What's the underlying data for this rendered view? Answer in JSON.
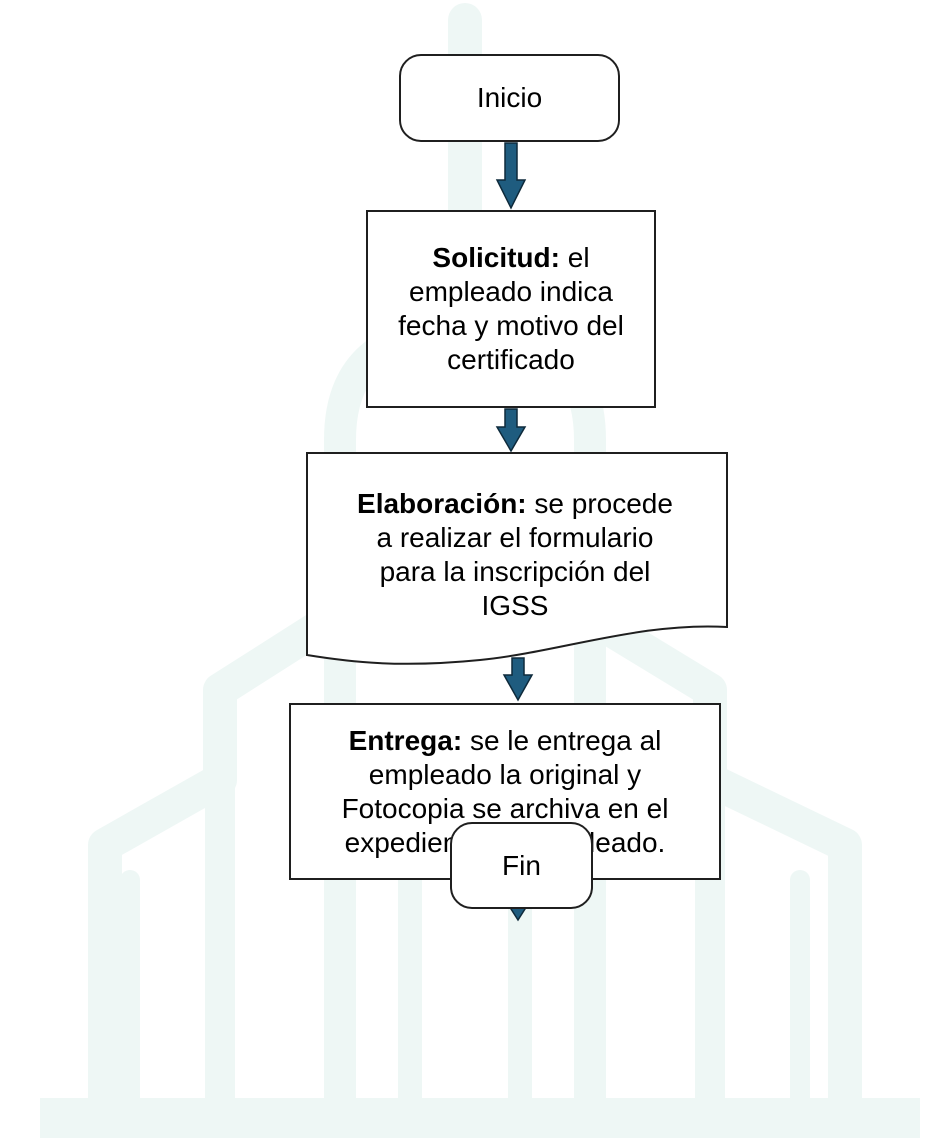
{
  "flowchart": {
    "start": {
      "label": "Inicio"
    },
    "steps": [
      {
        "title": "Solicitud:",
        "lines": [
          "el",
          "empleado indica",
          "fecha y motivo del",
          "certificado"
        ]
      },
      {
        "title": "Elaboración:",
        "lines": [
          "se procede",
          "a realizar el formulario",
          "para la inscripción del",
          "IGSS"
        ]
      },
      {
        "title": "Entrega:",
        "lines": [
          "se le entrega al",
          "empleado la original y",
          "Fotocopia se archiva en el",
          "expediente del empleado."
        ]
      }
    ],
    "end": {
      "label": "Fin"
    }
  },
  "colors": {
    "arrow": "#1f5c7f",
    "arrow_outline": "#0e2a3b",
    "border": "#1f1f1f",
    "watermark": "#eef7f5",
    "text": "#000000"
  },
  "icons": {
    "arrow": "down-arrow-icon",
    "watermark": "building-watermark-icon"
  }
}
